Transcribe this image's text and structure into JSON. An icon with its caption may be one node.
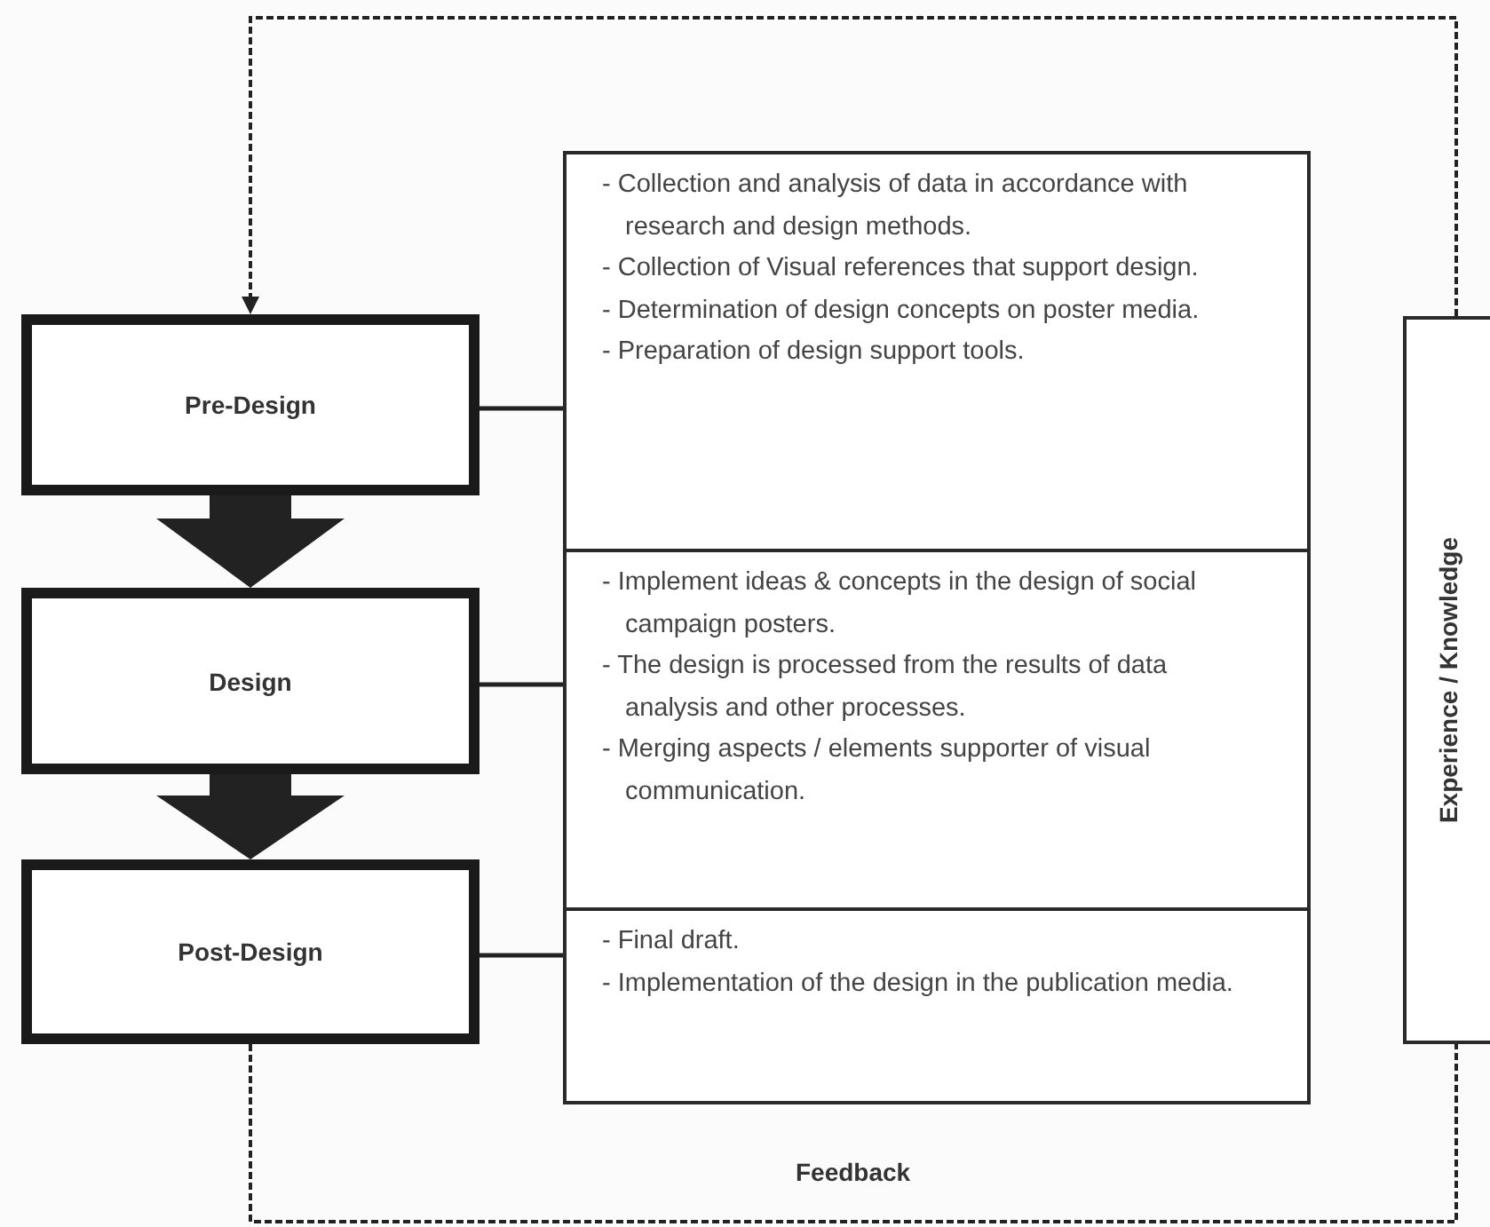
{
  "diagram": {
    "nodes": [
      {
        "text": [
          "Pre-Design"
        ]
      },
      {
        "text": [
          "Design"
        ]
      },
      {
        "text": [
          "Post-Design"
        ]
      },
      {
        "text": [
          "- Collection and analysis of data in accordance with research and design methods.",
          "- Collection of Visual references that support design.",
          "- Determination of design concepts on poster media.",
          "- Preparation of design support tools."
        ]
      },
      {
        "text": [
          "- Implement ideas & concepts in the design of social campaign posters.",
          "- The design is processed from the results of data analysis and other processes.",
          "- Merging aspects / elements supporter of visual communication."
        ]
      },
      {
        "text": [
          "- Final draft.",
          "- Implementation of the design in the publication media."
        ]
      },
      {
        "text": [
          "Experience / Knowledge"
        ]
      }
    ],
    "edges": [
      {
        "from": 0,
        "to": 1,
        "arrow": "to",
        "style": "thick"
      },
      {
        "from": 1,
        "to": 2,
        "arrow": "to",
        "style": "thick"
      },
      {
        "from": 0,
        "to": 3,
        "arrow": "none"
      },
      {
        "from": 1,
        "to": 4,
        "arrow": "none"
      },
      {
        "from": 2,
        "to": 5,
        "arrow": "none"
      },
      {
        "from": 2,
        "to": 6,
        "arrow": "none",
        "style": "dashed",
        "label": "Feedback"
      },
      {
        "from": 6,
        "to": 0,
        "arrow": "to",
        "style": "dashed"
      }
    ]
  }
}
